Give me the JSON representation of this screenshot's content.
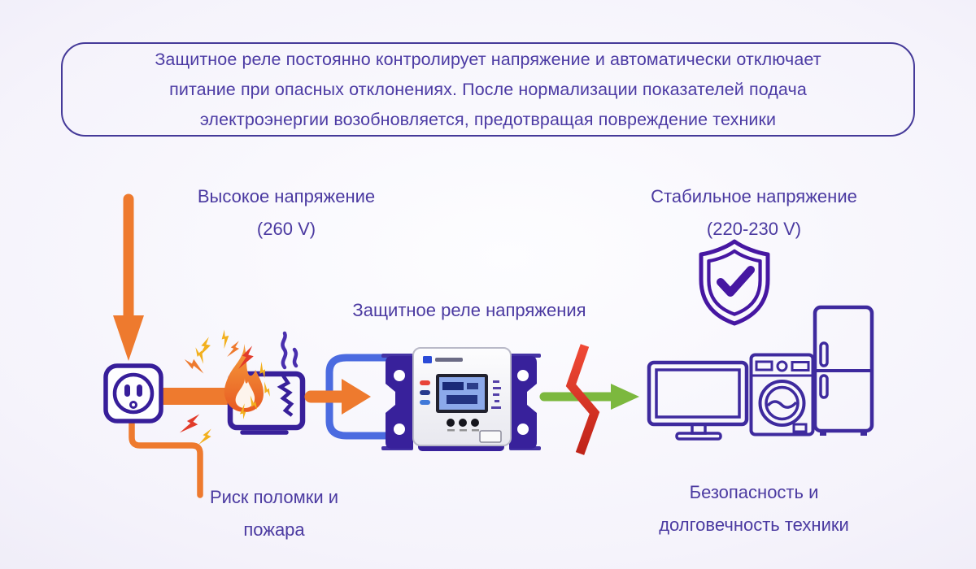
{
  "banner": {
    "lines": [
      "Защитное реле постоянно контролирует напряжение и автоматически отключает",
      "питание при опасных отклонениях. После нормализации показателей подача",
      "электроэнергии возобновляется, предотвращая повреждение техники"
    ]
  },
  "labels": {
    "high_voltage": {
      "line1": "Высокое напряжение",
      "line2": "(260 V)"
    },
    "stable_voltage": {
      "line1": "Стабильное напряжение",
      "line2": "(220-230 V)"
    },
    "relay_title": "Защитное реле напряжения",
    "risk": {
      "line1": "Риск поломки и",
      "line2": "пожара"
    },
    "safety": {
      "line1": "Безопасность и",
      "line2": "долговечность техники"
    }
  },
  "colors": {
    "accent_orange": "#ee7a2e",
    "text_purple": "#4b3aa1",
    "icon_purple": "#38209a",
    "bracket_blue": "#4b6be0",
    "safe_green": "#7cb83e",
    "danger_red": "#e23b2a",
    "relay_wing_purple": "#38219b"
  }
}
